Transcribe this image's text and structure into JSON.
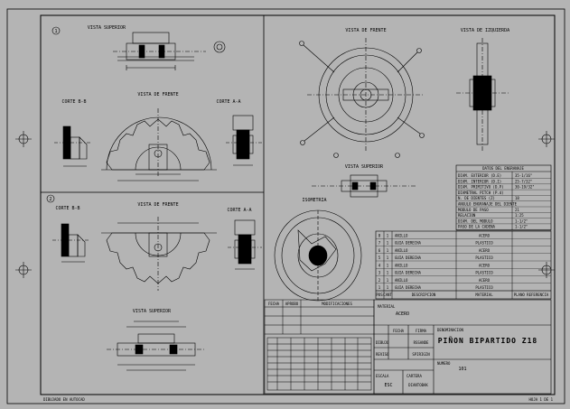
{
  "views": {
    "part1_number": "1",
    "part2_number": "2",
    "p1_top": "VISTA SUPERIOR",
    "p1_section_bb": "CORTE B-B",
    "p1_front": "VISTA DE FRENTE",
    "p1_section_aa": "CORTE A-A",
    "p2_section_bb": "CORTE B-B",
    "p2_front": "VISTA DE FRENTE",
    "p2_section_aa": "CORTE A-A",
    "p2_top": "VISTA SUPERIOR",
    "asm_front": "VISTA DE FRENTE",
    "asm_left": "VISTA DE IZQUIERDA",
    "asm_top": "VISTA SUPERIOR",
    "iso": "ISOMETRIA"
  },
  "gear_data": {
    "header": "DATOS DEL ENGRANAJE",
    "rows": [
      {
        "label": "DIAM. EXTERIOR (D.E)",
        "value": "35-1/16\""
      },
      {
        "label": "DIAM. INTERIOR (D.I)",
        "value": "25-7/32\""
      },
      {
        "label": "DIAM. PRIMITIVO (D.P)",
        "value": "30-19/32\""
      },
      {
        "label": "DIAMETRAL PITCH (P.d)",
        "value": ""
      },
      {
        "label": "N. DE DIENTES (Z)",
        "value": "18"
      },
      {
        "label": "ANGULO ENGRANAJE DEL DIENTE",
        "value": ""
      },
      {
        "label": "MODULO DE PASO",
        "value": "21"
      },
      {
        "label": "RELACION",
        "value": "1:25"
      },
      {
        "label": "DIAM. DEL MODULO",
        "value": "1-1/2\""
      },
      {
        "label": "PASO DE LA CADENA",
        "value": "1-1/2\""
      }
    ]
  },
  "parts_list": {
    "rows": [
      {
        "no": "8",
        "qty": "1",
        "desc": "ANILLO",
        "mat": "ACERO"
      },
      {
        "no": "7",
        "qty": "1",
        "desc": "GUIA DERECHA",
        "mat": "PLASTICO"
      },
      {
        "no": "6",
        "qty": "1",
        "desc": "ANILLO",
        "mat": "ACERO"
      },
      {
        "no": "5",
        "qty": "1",
        "desc": "GUIA DERECHA",
        "mat": "PLASTICO"
      },
      {
        "no": "4",
        "qty": "1",
        "desc": "ANILLO",
        "mat": "ACERO"
      },
      {
        "no": "3",
        "qty": "1",
        "desc": "GUIA DERECHA",
        "mat": "PLASTICO"
      },
      {
        "no": "2",
        "qty": "1",
        "desc": "ANILLO",
        "mat": "ACERO"
      },
      {
        "no": "1",
        "qty": "1",
        "desc": "GUIA DERECHA",
        "mat": "PLASTICO"
      }
    ],
    "header": {
      "no": "POS",
      "qty": "CANT",
      "desc": "DESCRIPCION",
      "mat": "MATERIAL",
      "plan": "PLANO REFERENCIA"
    }
  },
  "revisions": {
    "fecha": "FECHA",
    "aprobo": "APROBO",
    "modif": "MODIFICACIONES"
  },
  "title_block": {
    "material_label": "MATERIAL",
    "material_value": "ACERO",
    "denomination_label": "DENOMINACION",
    "title": "PIÑON BIPARTIDO Z18",
    "fecha_col": "FECHA",
    "firma_col": "FIRMA",
    "dibujo_label": "DIBUJO",
    "dibujo_name": "RSSANDE",
    "reviso_label": "REVISO",
    "reviso_name": "SPIRIGIN",
    "number_label": "NUMERO",
    "number_value": "101",
    "escala_label": "ESCALA",
    "escala_value": "ESC",
    "cartera_label": "CARTERA",
    "cartera_value": "DIANTOBAK"
  },
  "footer": {
    "left": "DIBUJADO EN AUTOCAD",
    "right": "HOJA 1 DE 1"
  },
  "colors": {
    "paper": "#b4b4b4",
    "line": "#000000",
    "hatch": "#000000"
  }
}
